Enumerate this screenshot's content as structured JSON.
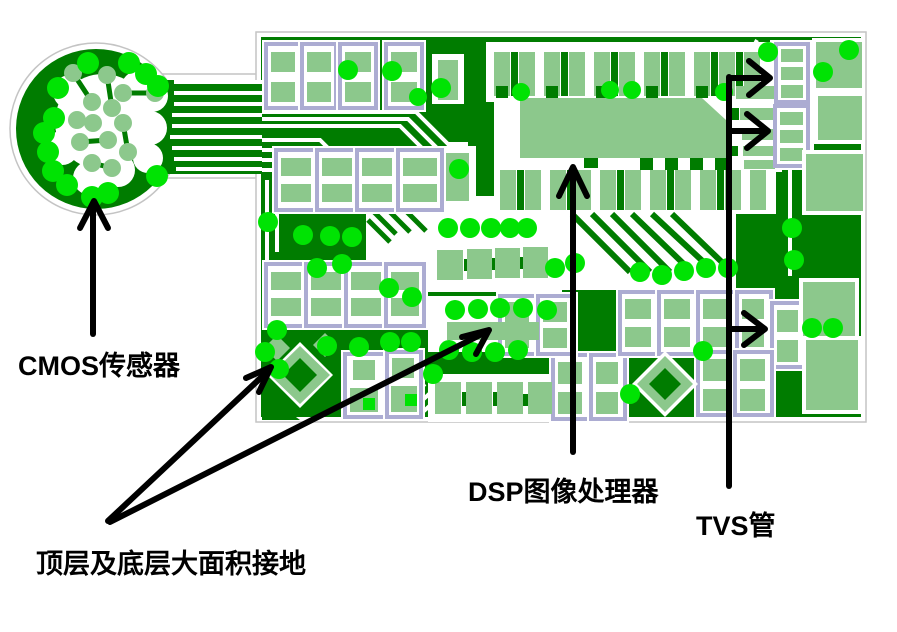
{
  "diagram": {
    "type": "annotated-pcb-layout",
    "labels": {
      "cmos_sensor": "CMOS传感器",
      "dsp_processor": "DSP图像处理器",
      "tvs_diode": "TVS管",
      "ground_plane": "顶层及底层大面积接地"
    },
    "annotation_arrows": {
      "cmos_sensor": 1,
      "ground_plane": 2,
      "dsp_processor": 1,
      "tvs_diode": 3
    },
    "colors": {
      "copper_pour_green": "#007C00",
      "via_bright_green": "#00E303",
      "pad_sage_green": "#8CC88C",
      "component_outline_lavender": "#ACACD2",
      "board_outline_gray": "#C4C4C4",
      "annotation_black": "#000000",
      "background_white": "#FFFFFF"
    }
  }
}
